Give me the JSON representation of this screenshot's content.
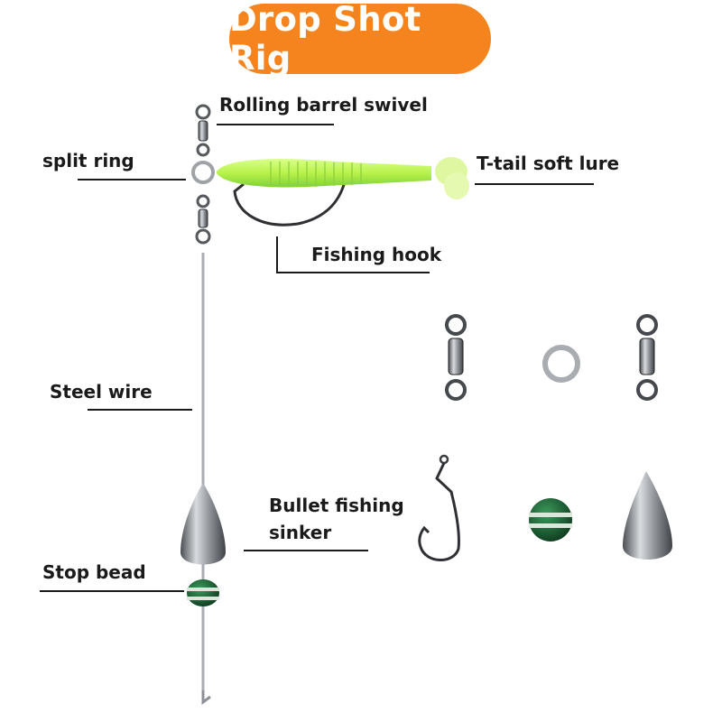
{
  "title": "Drop Shot Rig",
  "colors": {
    "title_bg": "#f5841f",
    "lure": "#b7f24a",
    "bead": "#1f6b3a",
    "metal": "#8d9196",
    "wire": "#a8adb3"
  },
  "labels": {
    "rolling_barrel_swivel": "Rolling barrel swivel",
    "split_ring": "split ring",
    "t_tail_soft_lure": "T-tail soft lure",
    "fishing_hook": "Fishing hook",
    "steel_wire": "Steel wire",
    "bullet_fishing_sinker_line1": "Bullet fishing",
    "bullet_fishing_sinker_line2": "sinker",
    "stop_bead": "Stop bead"
  },
  "parts_icons": [
    "rolling-swivel-icon",
    "split-ring-icon",
    "rolling-swivel-icon",
    "fishing-hook-icon",
    "stop-bead-icon",
    "bullet-sinker-icon"
  ]
}
